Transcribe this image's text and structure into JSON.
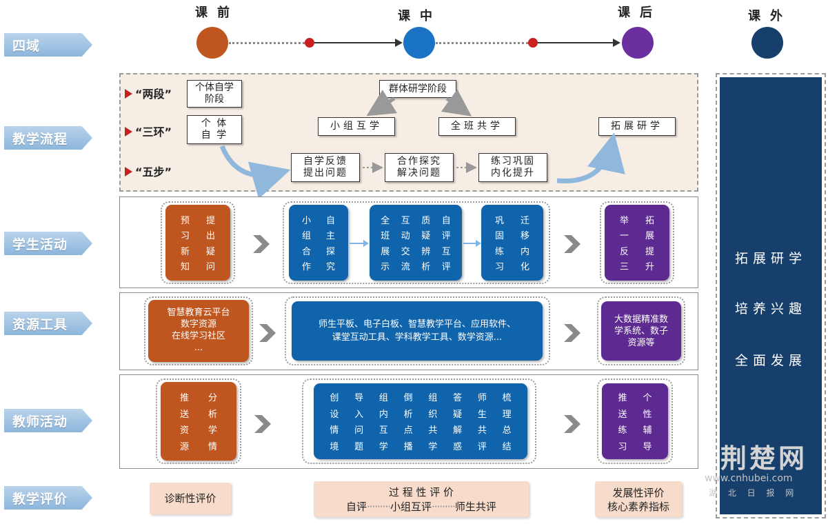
{
  "timeline": {
    "phases": [
      {
        "label": "课前",
        "color": "#c0561f"
      },
      {
        "label": "课中",
        "color": "#1a73c4"
      },
      {
        "label": "课后",
        "color": "#6b2fa0"
      },
      {
        "label": "课外",
        "color": "#163f6b"
      }
    ]
  },
  "row_labels": [
    "四域",
    "教学流程",
    "学生活动",
    "资源工具",
    "教师活动",
    "教学评价"
  ],
  "process": {
    "stages": [
      "“两段”",
      "“三环”",
      "“五步”"
    ],
    "boxes": {
      "individual_stage": [
        "个体自学",
        "阶段"
      ],
      "group_stage": "群体研学阶段",
      "individual_study": [
        "个 体",
        "自 学"
      ],
      "group_study": "小组互学",
      "class_study": "全班共学",
      "extend_study": "拓展研学",
      "step1": [
        "自学反馈",
        "提出问题"
      ],
      "step2": [
        "合作探究",
        "解决问题"
      ],
      "step3": [
        "练习巩固",
        "内化提升"
      ]
    }
  },
  "student": {
    "preview": [
      "预",
      "提",
      "习",
      "出",
      "新",
      "疑",
      "知",
      "问"
    ],
    "self": [
      "小",
      "自",
      "组",
      "主",
      "合",
      "探",
      "作",
      "究"
    ],
    "class": [
      "全",
      "互",
      "质",
      "自",
      "班",
      "动",
      "疑",
      "评",
      "展",
      "交",
      "辨",
      "互",
      "示",
      "流",
      "析",
      "评"
    ],
    "practice": [
      "巩",
      "迁",
      "固",
      "移",
      "练",
      "内",
      "习",
      "化"
    ],
    "extend": [
      "举",
      "拓",
      "一",
      "展",
      "反",
      "提",
      "三",
      "升"
    ]
  },
  "resource": {
    "pre": [
      "智慧教育云平台",
      "数字资源",
      "在线学习社区",
      "..."
    ],
    "mid": [
      "师生平板、电子白板、智慧教学平台、应用软件、",
      "课堂互动工具、学科教学工具、数学资源..."
    ],
    "post": [
      "大数据精准数",
      "学系统、数子",
      "资源等"
    ]
  },
  "teacher": {
    "pre": [
      "推",
      "分",
      "送",
      "析",
      "资",
      "学",
      "源",
      "情"
    ],
    "mid": [
      "创",
      "导",
      "组",
      "倒",
      "组",
      "答",
      "师",
      "梳",
      "设",
      "入",
      "内",
      "析",
      "织",
      "疑",
      "生",
      "理",
      "情",
      "问",
      "互",
      "点",
      "共",
      "解",
      "共",
      "总",
      "境",
      "题",
      "学",
      "播",
      "学",
      "惑",
      "评",
      "结"
    ],
    "post": [
      "推",
      "个",
      "送",
      "性",
      "练",
      "辅",
      "习",
      "导"
    ]
  },
  "evaluation": {
    "diagnostic": "诊断性评价",
    "process_title": "过 程 性 评 价",
    "process_sub": [
      "自评",
      "小组互评",
      "师生共评"
    ],
    "development": [
      "发展性评价",
      "核心素养指标"
    ]
  },
  "right_column": [
    "拓展研学",
    "培养兴趣",
    "全面发展"
  ],
  "watermark": {
    "logo": "荆楚网",
    "url": "www.cnhubei.com",
    "sub": "湖 北 日 报 网"
  }
}
